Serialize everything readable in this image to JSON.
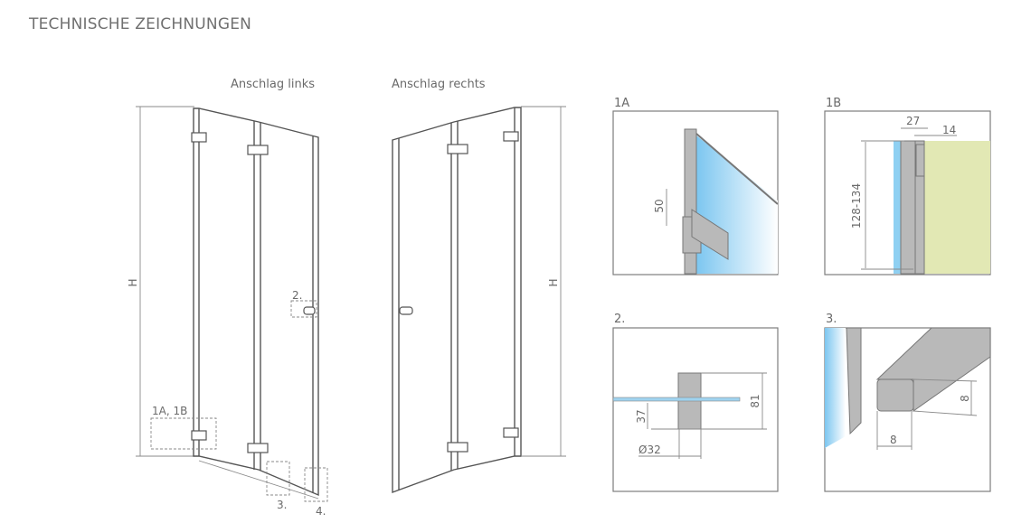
{
  "title": "TECHNISCHE ZEICHNUNGEN",
  "views": {
    "left": {
      "label": "Anschlag links",
      "height_label": "H",
      "callouts": {
        "detail_1": "1A, 1B",
        "detail_2": "2.",
        "detail_3": "3.",
        "detail_4": "4."
      }
    },
    "right": {
      "label": "Anschlag rechts",
      "height_label": "H"
    }
  },
  "details": {
    "d1a": {
      "label": "1A",
      "dimension": "50"
    },
    "d1b": {
      "label": "1B",
      "dim_width": "27",
      "dim_inner": "14",
      "dim_height": "128-134"
    },
    "d2": {
      "label": "2.",
      "dim_height": "81",
      "dim_offset": "37",
      "dim_diameter": "Ø32"
    },
    "d3": {
      "label": "3.",
      "dim_height": "8",
      "dim_width": "8"
    }
  },
  "colors": {
    "glass": "#8fd0f2",
    "wall": "#e2e8b4",
    "metal": "#b9b9b9"
  }
}
